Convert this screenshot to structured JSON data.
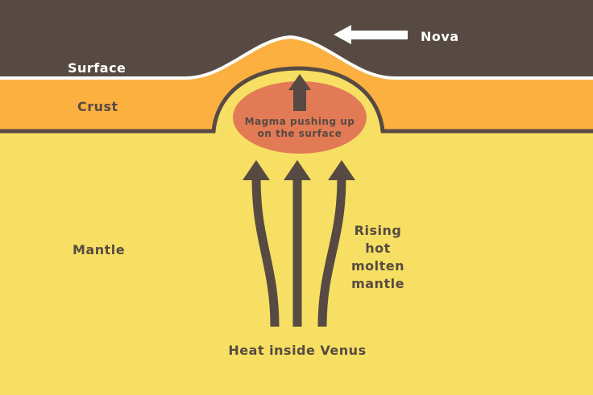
{
  "colors": {
    "sky": "#574a42",
    "crust": "#fbb040",
    "mantle": "#f6df62",
    "magma": "#e37a56",
    "outline": "#574a42",
    "white": "#ffffff",
    "text_dark": "#574a42"
  },
  "labels": {
    "nova": "Nova",
    "surface": "Surface",
    "crust": "Crust",
    "mantle": "Mantle",
    "magma_line1": "Magma pushing up",
    "magma_line2": "on the surface",
    "rising_line1": "Rising",
    "rising_line2": "hot",
    "rising_line3": "molten",
    "rising_line4": "mantle",
    "heat": "Heat inside Venus"
  },
  "icons": {
    "nova_pointer": "arrow-left-icon",
    "magma_push": "arrow-up-icon",
    "mantle_flow": "arrow-up-icon"
  }
}
